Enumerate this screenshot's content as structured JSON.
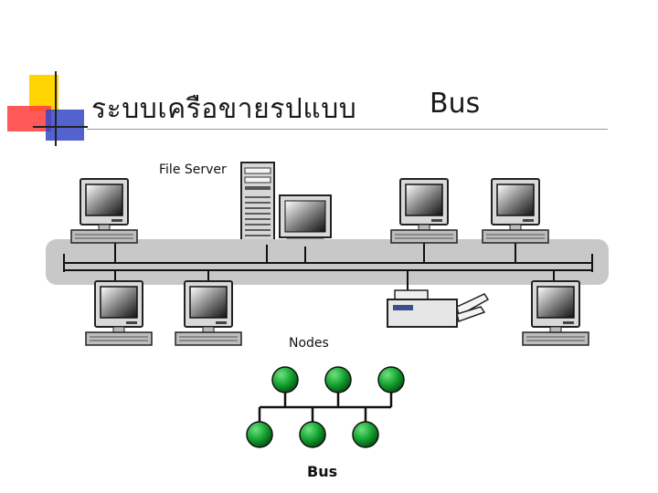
{
  "slide": {
    "title": "ระบบเครือขายรปแบบ",
    "title_suffix": "Bus"
  },
  "diagram": {
    "file_server_label": "File Server",
    "nodes_label": "Nodes",
    "bus_label": "Bus"
  },
  "colors": {
    "accent_yellow": "#ffd400",
    "accent_red": "#ff3b3b",
    "accent_blue": "#3448c7",
    "bus_band": "#c8c8c8",
    "node_green": "#12a02e"
  },
  "icons": [
    "computer-icon",
    "file-server-icon",
    "printer-icon",
    "node-icon"
  ]
}
